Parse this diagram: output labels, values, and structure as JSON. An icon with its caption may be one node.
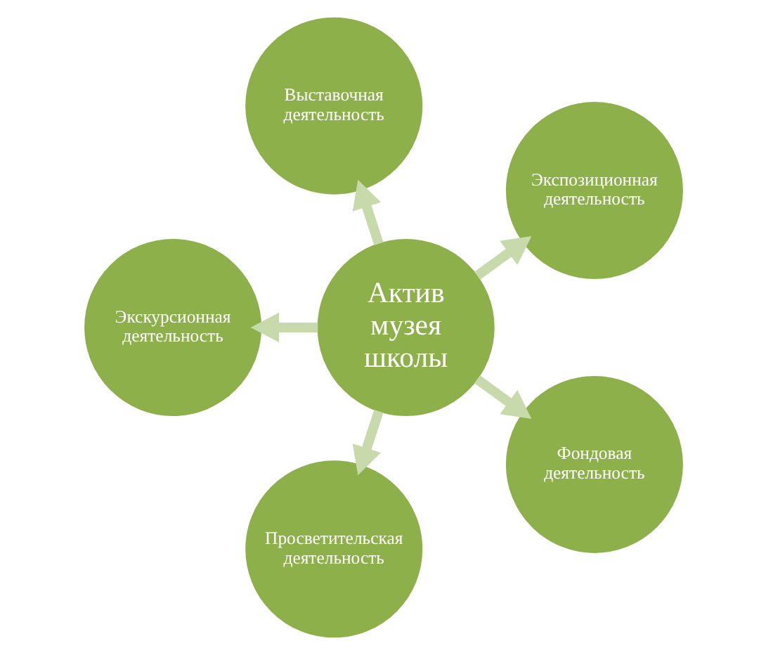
{
  "diagram": {
    "nodes": [
      {
        "text": [
          "Актив музея школы"
        ]
      },
      {
        "text": [
          "Экспозиционная деятельность"
        ]
      },
      {
        "text": [
          "Выставочная деятельность"
        ]
      },
      {
        "text": [
          "Экскурсионная деятельность"
        ]
      },
      {
        "text": [
          "Просветительская деятельность"
        ]
      },
      {
        "text": [
          "Фондовая деятельность"
        ]
      }
    ],
    "edges": [
      {
        "from": 0,
        "to": 1,
        "arrow": "to"
      },
      {
        "from": 0,
        "to": 2,
        "arrow": "to"
      },
      {
        "from": 0,
        "to": 3,
        "arrow": "to"
      },
      {
        "from": 0,
        "to": 4,
        "arrow": "to"
      },
      {
        "from": 0,
        "to": 5,
        "arrow": "to"
      }
    ]
  }
}
